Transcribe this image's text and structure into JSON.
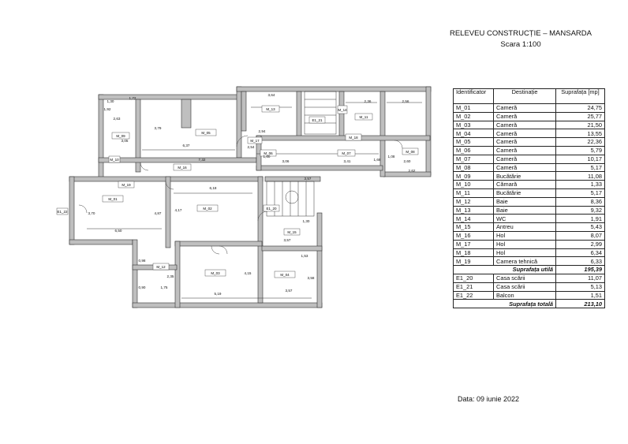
{
  "header": {
    "title": "RELEVEU CONSTRUCȚIE – MANSARDA",
    "scale": "Scara 1:100"
  },
  "table": {
    "headers": [
      "Identificator",
      "Destinație",
      "Suprafața [mp]"
    ],
    "rooms": [
      {
        "id": "M_01",
        "dest": "Cameră",
        "area": "24,75"
      },
      {
        "id": "M_02",
        "dest": "Cameră",
        "area": "25,77"
      },
      {
        "id": "M_03",
        "dest": "Cameră",
        "area": "21,50"
      },
      {
        "id": "M_04",
        "dest": "Cameră",
        "area": "13,55"
      },
      {
        "id": "M_05",
        "dest": "Cameră",
        "area": "22,36"
      },
      {
        "id": "M_06",
        "dest": "Cameră",
        "area": "5,79"
      },
      {
        "id": "M_07",
        "dest": "Cameră",
        "area": "10,17"
      },
      {
        "id": "M_08",
        "dest": "Cameră",
        "area": "5,17"
      },
      {
        "id": "M_09",
        "dest": "Bucătărie",
        "area": "11,08"
      },
      {
        "id": "M_10",
        "dest": "Cămară",
        "area": "1,33"
      },
      {
        "id": "M_11",
        "dest": "Bucătărie",
        "area": "5,17"
      },
      {
        "id": "M_12",
        "dest": "Baie",
        "area": "8,36"
      },
      {
        "id": "M_13",
        "dest": "Baie",
        "area": "9,32"
      },
      {
        "id": "M_14",
        "dest": "WC",
        "area": "1,91"
      },
      {
        "id": "M_15",
        "dest": "Antreu",
        "area": "5,43"
      },
      {
        "id": "M_16",
        "dest": "Hol",
        "area": "8,07"
      },
      {
        "id": "M_17",
        "dest": "Hol",
        "area": "2,99"
      },
      {
        "id": "M_18",
        "dest": "Hol",
        "area": "6,34"
      },
      {
        "id": "M_19",
        "dest": "Camera tehnică",
        "area": "6,33"
      }
    ],
    "subtotal": {
      "label": "Suprafața utilă",
      "value": "195,39"
    },
    "extras": [
      {
        "id": "E1_20",
        "dest": "Casa scării",
        "area": "11,07"
      },
      {
        "id": "E1_21",
        "dest": "Casa scării",
        "area": "5,13"
      },
      {
        "id": "E1_22",
        "dest": "Balcon",
        "area": "1,51"
      }
    ],
    "total": {
      "label": "Suprafața totală",
      "value": "213,10"
    }
  },
  "plan": {
    "room_labels": [
      "M_01",
      "M_02",
      "M_03",
      "M_04",
      "M_05",
      "M_06",
      "M_07",
      "M_08",
      "M_09",
      "M_10",
      "M_11",
      "M_12",
      "M_13",
      "M_14",
      "M_15",
      "M_16",
      "M_17",
      "M_18",
      "M_19",
      "E1_20",
      "E1_21",
      "E1_22"
    ],
    "dimensions": [
      "2,63",
      "3,05",
      "1,30",
      "1,72",
      "7,32",
      "6,37",
      "3,79",
      "3,64",
      "2,94",
      "1,60",
      "2,36",
      "2,56",
      "2,60",
      "3,41",
      "3,06",
      "1,08",
      "2,62",
      "6,18",
      "4,17",
      "4,87",
      "3,70",
      "6,50",
      "3,57",
      "1,53",
      "5,19",
      "4,15",
      "3,57",
      "3,58",
      "1,75",
      "2,35",
      "0,90",
      "0,98",
      "2,54",
      "1,30",
      "1,68",
      "3,57",
      "1,92"
    ]
  },
  "footer": {
    "date": "Data: 09 iunie 2022"
  }
}
